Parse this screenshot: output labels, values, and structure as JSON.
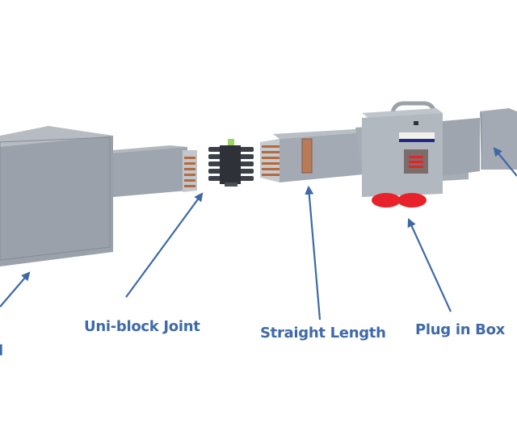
{
  "diagram": {
    "title": "Busbar trunking system components",
    "labels": {
      "partial_left": "l",
      "unit_block_joint": "Uni-block Joint",
      "straight_length": "Straight Length",
      "plug_in_box": "Plug in Box"
    },
    "colors": {
      "label_text": "#3f6aa8",
      "arrow": "#3d6aa6",
      "housing": "#9aa1ab",
      "copper": "#b46a3c",
      "joint_block": "#3c4048",
      "plug_base": "#e8222a"
    },
    "icons": {
      "arrow": "arrow-pointer-icon"
    }
  }
}
